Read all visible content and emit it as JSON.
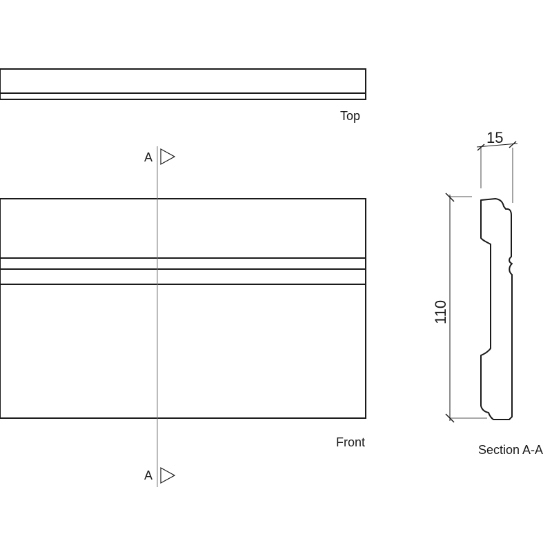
{
  "views": {
    "top_label": "Top",
    "front_label": "Front",
    "section_label": "Section A-A"
  },
  "section_marker": {
    "letter_top": "A",
    "letter_bottom": "A"
  },
  "dimensions": {
    "thickness": "15",
    "height": "110"
  },
  "colors": {
    "line": "#1a1a1a",
    "cut_line": "#777777",
    "background": "#ffffff"
  }
}
